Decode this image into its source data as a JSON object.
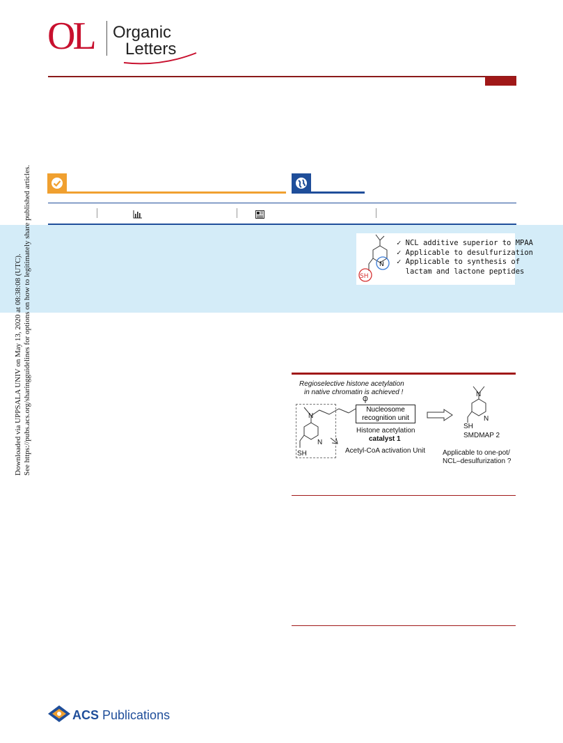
{
  "header": {
    "logo_letters": "OL",
    "journal_line1": "Organic",
    "journal_line2": "Letters"
  },
  "access_badges": {
    "open_access_icon": "check-circle-icon",
    "globe_icon": "globe-icon",
    "open_color": "#f0a030",
    "globe_color": "#1f4e9a"
  },
  "metrics_icons": [
    "bar-chart-icon",
    "article-icon"
  ],
  "side_notice": {
    "line1": "Downloaded via UPPSALA UNIV on May 13, 2020 at 08:38:08 (UTC).",
    "line2": "See https://pubs.acs.org/sharingguidelines for options on how to legitimately share published articles."
  },
  "toc_graphic": {
    "bullets": [
      "NCL additive superior to MPAA",
      "Applicable to desulfurization",
      "Applicable to synthesis of",
      "lactam and lactone peptides"
    ],
    "labels": {
      "n": "N",
      "sh": "SH"
    }
  },
  "figure": {
    "title_line1": "Regioselective histone acetylation",
    "title_line2": "in native chromatin is achieved !",
    "o_label": "O",
    "n_label": "N",
    "n_ring": "N",
    "sh_label": "SH",
    "box_line1": "Nucleosome",
    "box_line2": "recognition unit",
    "catalyst_line1": "Histone acetylation",
    "catalyst_line2": "catalyst 1",
    "activation_label": "Acetyl-CoA activation Unit",
    "smdmap_n": "N",
    "smdmap_ring_n": "N",
    "smdmap_sh": "SH",
    "smdmap_label": "SMDMAP 2",
    "question_line1": "Applicable to one-pot/",
    "question_line2": "NCL–desulfurization ?"
  },
  "footer": {
    "publisher_bold": "ACS",
    "publisher_rest": " Publications"
  }
}
